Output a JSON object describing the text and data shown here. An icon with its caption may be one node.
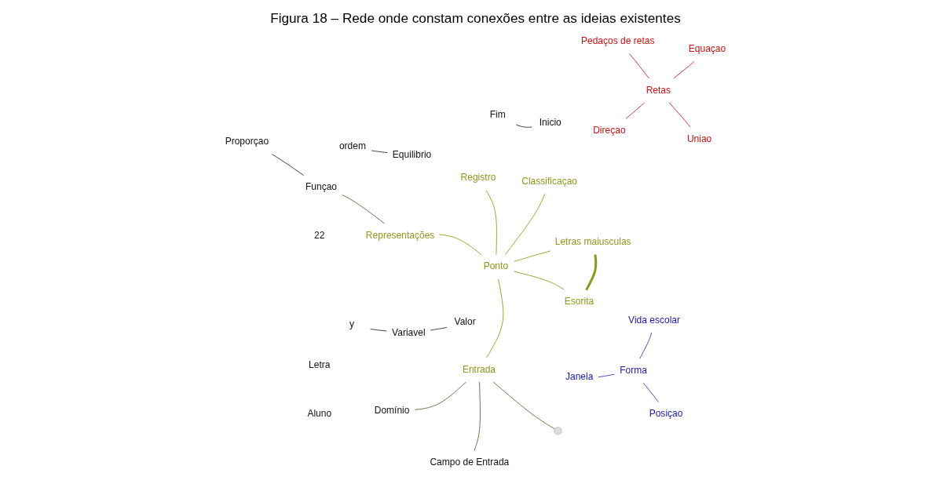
{
  "diagram": {
    "title": "Figura 18 – Rede onde constam conexões entre as ideias existentes",
    "nodes": [
      {
        "text": [
          "Direçao"
        ]
      },
      {
        "text": [
          "Uniao"
        ]
      },
      {
        "text": [
          "Retas"
        ]
      },
      {
        "text": [
          "22"
        ]
      },
      {
        "text": [
          "Pedaços de retas"
        ]
      },
      {
        "text": [
          "Letra"
        ]
      },
      {
        "text": [
          "y"
        ]
      },
      {
        "text": [
          "Equaçao"
        ]
      },
      {
        "text": [
          "Proporçao"
        ]
      },
      {
        "text": [
          "Valor"
        ]
      },
      {
        "text": [
          "Classificaçao"
        ]
      },
      {
        "text": [
          "Funçao"
        ]
      },
      {
        "text": [
          "Aluno"
        ]
      },
      {
        "text": [
          "Representações"
        ]
      },
      {
        "text": [
          "Registro"
        ]
      },
      {
        "text": [
          "Fim"
        ]
      },
      {
        "text": [
          "ordem"
        ]
      },
      {
        "text": [
          "Ponto"
        ]
      },
      {
        "text": [
          "Variavel"
        ]
      },
      {
        "text": [
          "Janela"
        ]
      },
      {
        "text": [
          "Esorita"
        ]
      },
      {
        "text": [
          "Inicio"
        ]
      },
      {
        "text": [
          "Letras maiusculas"
        ]
      },
      {
        "text": [
          "Equilibrio"
        ]
      },
      {
        "text": [
          "Entrada"
        ]
      },
      {
        "text": [
          "Forma"
        ]
      },
      {
        "text": [
          "Posiçao"
        ]
      },
      {
        "text": [],
        "shape": "circle"
      },
      {
        "text": [
          "Vida escolar"
        ]
      },
      {
        "text": [
          "Campo de Entrada"
        ]
      },
      {
        "text": [
          "Domínio"
        ]
      }
    ],
    "edges": [
      {
        "from": 2,
        "to": 1,
        "arrow": "none",
        "color": "#cc1111"
      },
      {
        "from": 2,
        "to": 0,
        "arrow": "none",
        "color": "#cc1111"
      },
      {
        "from": 2,
        "to": 4,
        "arrow": "none",
        "color": "#cc1111"
      },
      {
        "from": 2,
        "to": 7,
        "arrow": "none",
        "color": "#cc1111"
      },
      {
        "from": 8,
        "to": 11,
        "arrow": "none",
        "color": "#222222"
      },
      {
        "from": 11,
        "to": 13,
        "arrow": "none",
        "color": "#555533"
      },
      {
        "from": 6,
        "to": 18,
        "arrow": "none",
        "color": "#222222"
      },
      {
        "from": 9,
        "to": 18,
        "arrow": "none",
        "color": "#222222"
      },
      {
        "from": 17,
        "to": 13,
        "arrow": "none"
      },
      {
        "from": 17,
        "to": 10,
        "arrow": "none"
      },
      {
        "from": 17,
        "to": 14,
        "arrow": "none"
      },
      {
        "from": 17,
        "to": 20,
        "arrow": "none"
      },
      {
        "from": 17,
        "to": 22,
        "arrow": "none"
      },
      {
        "from": 20,
        "to": 22,
        "arrow": "none",
        "style": "thick"
      },
      {
        "from": 17,
        "to": 24,
        "arrow": "none"
      },
      {
        "from": 15,
        "to": 21,
        "arrow": "none",
        "color": "#222222"
      },
      {
        "from": 16,
        "to": 23,
        "arrow": "none",
        "color": "#222222"
      },
      {
        "from": 25,
        "to": 19,
        "arrow": "none",
        "color": "#3333bb"
      },
      {
        "from": 25,
        "to": 26,
        "arrow": "none",
        "color": "#3333bb"
      },
      {
        "from": 25,
        "to": 28,
        "arrow": "none",
        "color": "#3333bb"
      },
      {
        "from": 24,
        "to": 27,
        "arrow": "none",
        "color": "#5a5f2e"
      },
      {
        "from": 24,
        "to": 29,
        "arrow": "none",
        "color": "#5a5f2e"
      },
      {
        "from": 24,
        "to": 30,
        "arrow": "none",
        "color": "#5a5f2e"
      }
    ]
  }
}
